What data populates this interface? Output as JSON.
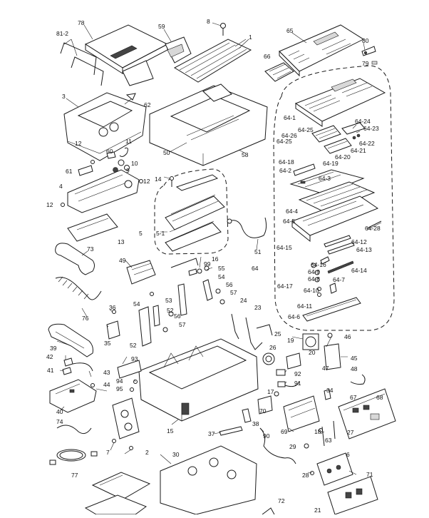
{
  "diagram": {
    "labels": [
      {
        "id": "l78",
        "text": "78"
      },
      {
        "id": "l59",
        "text": "59"
      },
      {
        "id": "l8",
        "text": "8"
      },
      {
        "id": "l1",
        "text": "1"
      },
      {
        "id": "l65",
        "text": "65"
      },
      {
        "id": "l80",
        "text": "80"
      },
      {
        "id": "l79",
        "text": "79"
      },
      {
        "id": "l81_2",
        "text": "81-2"
      },
      {
        "id": "l66",
        "text": "66"
      },
      {
        "id": "l3",
        "text": "3"
      },
      {
        "id": "l62",
        "text": "62"
      },
      {
        "id": "l64_1",
        "text": "64-1"
      },
      {
        "id": "l64_24",
        "text": "64-24"
      },
      {
        "id": "l64_23",
        "text": "64-23"
      },
      {
        "id": "l64_25a",
        "text": "64-25"
      },
      {
        "id": "l64_26",
        "text": "64-26"
      },
      {
        "id": "l64_25b",
        "text": "64-25"
      },
      {
        "id": "l64_22",
        "text": "64-22"
      },
      {
        "id": "l64_21",
        "text": "64-21"
      },
      {
        "id": "l64_20",
        "text": "64-20"
      },
      {
        "id": "l64_18",
        "text": "64-18"
      },
      {
        "id": "l64_19",
        "text": "64-19"
      },
      {
        "id": "l64_2",
        "text": "64-2"
      },
      {
        "id": "l64_3",
        "text": "64-3"
      },
      {
        "id": "l64_4",
        "text": "64-4"
      },
      {
        "id": "l64_5",
        "text": "64-5"
      },
      {
        "id": "l64_28",
        "text": "64-28"
      },
      {
        "id": "l64_15",
        "text": "64-15"
      },
      {
        "id": "l64_12",
        "text": "64-12"
      },
      {
        "id": "l64_13",
        "text": "64-13"
      },
      {
        "id": "l64",
        "text": "64"
      },
      {
        "id": "l64_16",
        "text": "64-16"
      },
      {
        "id": "l64_9",
        "text": "64-9"
      },
      {
        "id": "l64_8",
        "text": "64-8"
      },
      {
        "id": "l64_14",
        "text": "64-14"
      },
      {
        "id": "l64_7",
        "text": "64-7"
      },
      {
        "id": "l64_17",
        "text": "64-17"
      },
      {
        "id": "l64_10",
        "text": "64-10"
      },
      {
        "id": "l64_11",
        "text": "64-11"
      },
      {
        "id": "l64_6",
        "text": "64-6"
      },
      {
        "id": "l11",
        "text": "11"
      },
      {
        "id": "l60",
        "text": "60"
      },
      {
        "id": "l12a",
        "text": "12"
      },
      {
        "id": "l10",
        "text": "10"
      },
      {
        "id": "l9",
        "text": "9"
      },
      {
        "id": "l61",
        "text": "61"
      },
      {
        "id": "l4",
        "text": "4"
      },
      {
        "id": "l12b",
        "text": "12"
      },
      {
        "id": "l12c",
        "text": "12"
      },
      {
        "id": "l13",
        "text": "13"
      },
      {
        "id": "l14",
        "text": "14"
      },
      {
        "id": "l50",
        "text": "50"
      },
      {
        "id": "l58",
        "text": "58"
      },
      {
        "id": "l5",
        "text": "5"
      },
      {
        "id": "l5_1",
        "text": "5-1"
      },
      {
        "id": "l51",
        "text": "51"
      },
      {
        "id": "l73",
        "text": "73"
      },
      {
        "id": "l49",
        "text": "49"
      },
      {
        "id": "l16",
        "text": "16"
      },
      {
        "id": "l99",
        "text": "99"
      },
      {
        "id": "l55",
        "text": "55"
      },
      {
        "id": "l54a",
        "text": "54"
      },
      {
        "id": "l56a",
        "text": "56"
      },
      {
        "id": "l57a",
        "text": "57"
      },
      {
        "id": "l53",
        "text": "53"
      },
      {
        "id": "l54b",
        "text": "54"
      },
      {
        "id": "l52a",
        "text": "52"
      },
      {
        "id": "l56b",
        "text": "56"
      },
      {
        "id": "l57b",
        "text": "57"
      },
      {
        "id": "l24",
        "text": "24"
      },
      {
        "id": "l23",
        "text": "23"
      },
      {
        "id": "l76",
        "text": "76"
      },
      {
        "id": "l36",
        "text": "36"
      },
      {
        "id": "l52b",
        "text": "52"
      },
      {
        "id": "l35",
        "text": "35"
      },
      {
        "id": "l25",
        "text": "25"
      },
      {
        "id": "l19",
        "text": "19"
      },
      {
        "id": "l46",
        "text": "46"
      },
      {
        "id": "l39",
        "text": "39"
      },
      {
        "id": "l93",
        "text": "93"
      },
      {
        "id": "l26",
        "text": "26"
      },
      {
        "id": "l20",
        "text": "20"
      },
      {
        "id": "l45",
        "text": "45"
      },
      {
        "id": "l42",
        "text": "42"
      },
      {
        "id": "l43",
        "text": "43"
      },
      {
        "id": "l47",
        "text": "47"
      },
      {
        "id": "l48",
        "text": "48"
      },
      {
        "id": "l41",
        "text": "41"
      },
      {
        "id": "l92",
        "text": "92"
      },
      {
        "id": "l91",
        "text": "91"
      },
      {
        "id": "l94",
        "text": "94"
      },
      {
        "id": "l44",
        "text": "44"
      },
      {
        "id": "l95",
        "text": "95"
      },
      {
        "id": "l34",
        "text": "34"
      },
      {
        "id": "l17",
        "text": "17"
      },
      {
        "id": "l67",
        "text": "67"
      },
      {
        "id": "l68",
        "text": "68"
      },
      {
        "id": "l40",
        "text": "40"
      },
      {
        "id": "l70",
        "text": "70"
      },
      {
        "id": "l74",
        "text": "74"
      },
      {
        "id": "l15",
        "text": "15"
      },
      {
        "id": "l38",
        "text": "38"
      },
      {
        "id": "l69",
        "text": "69"
      },
      {
        "id": "l18",
        "text": "18"
      },
      {
        "id": "l27",
        "text": "27"
      },
      {
        "id": "l7",
        "text": "7"
      },
      {
        "id": "l2",
        "text": "2"
      },
      {
        "id": "l37",
        "text": "37"
      },
      {
        "id": "l90",
        "text": "90"
      },
      {
        "id": "l63",
        "text": "63"
      },
      {
        "id": "l29",
        "text": "29"
      },
      {
        "id": "l6",
        "text": "6"
      },
      {
        "id": "l77",
        "text": "77"
      },
      {
        "id": "l30",
        "text": "30"
      },
      {
        "id": "l28",
        "text": "28"
      },
      {
        "id": "l71",
        "text": "71"
      },
      {
        "id": "l72",
        "text": "72"
      },
      {
        "id": "l21",
        "text": "21"
      }
    ]
  }
}
